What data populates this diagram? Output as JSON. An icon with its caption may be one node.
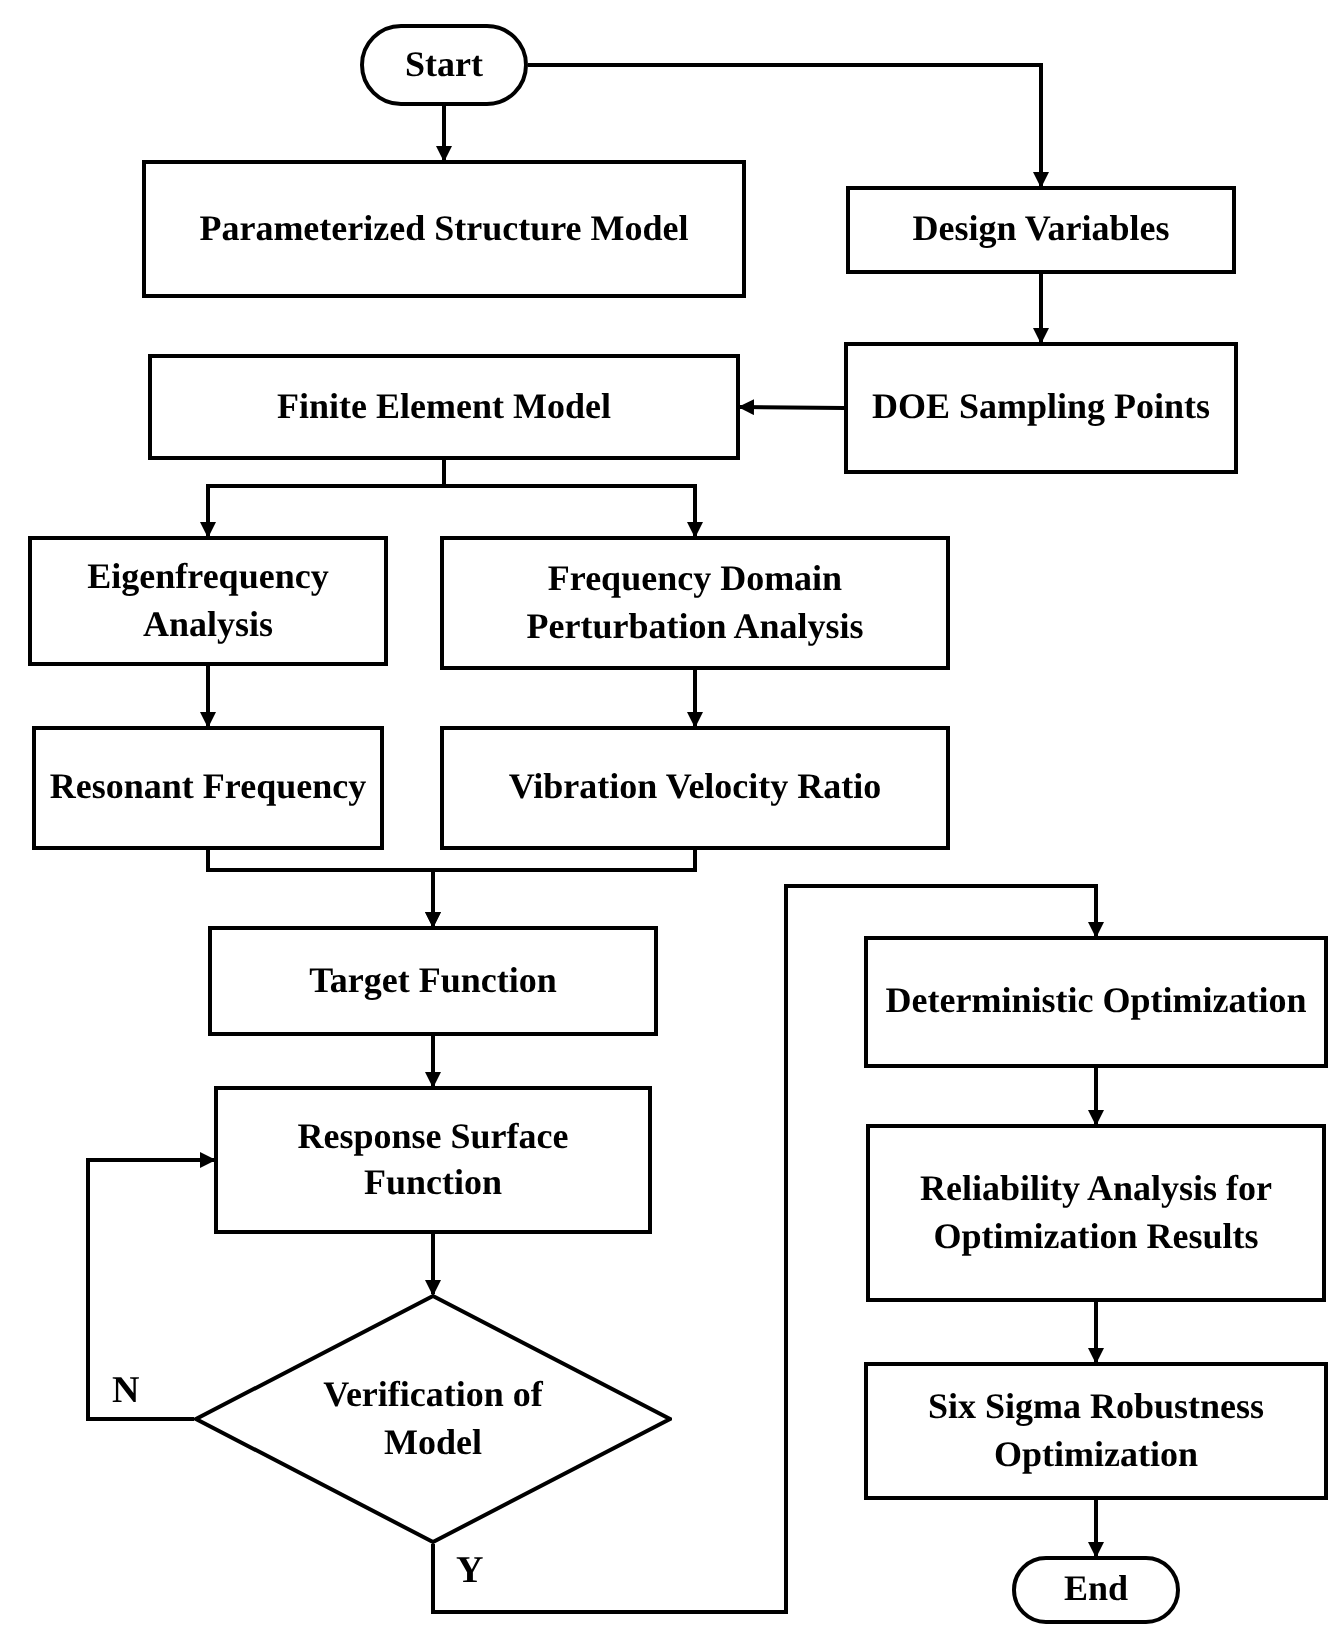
{
  "diagram": {
    "nodes": [
      {
        "text": [
          "Start"
        ]
      },
      {
        "text": [
          "Parameterized Structure Model"
        ]
      },
      {
        "text": [
          "Design Variables"
        ]
      },
      {
        "text": [
          "Finite Element Model"
        ]
      },
      {
        "text": [
          "DOE Sampling Points"
        ]
      },
      {
        "text": [
          "Eigenfrequency Analysis"
        ]
      },
      {
        "text": [
          "Frequency Domain Perturbation Analysis"
        ]
      },
      {
        "text": [
          "Resonant Frequency"
        ]
      },
      {
        "text": [
          "Vibration Velocity Ratio"
        ]
      },
      {
        "text": [
          "Target Function"
        ]
      },
      {
        "text": [
          "Response Surface Function"
        ]
      },
      {
        "text": [
          "Verification of Model"
        ]
      },
      {
        "text": [
          "Deterministic Optimization"
        ]
      },
      {
        "text": [
          "Reliability Analysis for Optimization Results"
        ]
      },
      {
        "text": [
          "Six Sigma Robustness Optimization"
        ]
      },
      {
        "text": [
          "End"
        ]
      }
    ],
    "edges": [
      {
        "from": 0,
        "to": 1,
        "arrow": "to"
      },
      {
        "from": 0,
        "to": 2,
        "arrow": "to"
      },
      {
        "from": 2,
        "to": 4,
        "arrow": "to"
      },
      {
        "from": 4,
        "to": 3,
        "arrow": "to"
      },
      {
        "from": 3,
        "to": 5,
        "arrow": "to"
      },
      {
        "from": 3,
        "to": 6,
        "arrow": "to"
      },
      {
        "from": 5,
        "to": 7,
        "arrow": "to"
      },
      {
        "from": 6,
        "to": 8,
        "arrow": "to"
      },
      {
        "from": 7,
        "to": 9,
        "arrow": "to"
      },
      {
        "from": 8,
        "to": 9,
        "arrow": "to"
      },
      {
        "from": 9,
        "to": 10,
        "arrow": "to"
      },
      {
        "from": 10,
        "to": 11,
        "arrow": "to"
      },
      {
        "from": 11,
        "to": 10,
        "arrow": "to",
        "label": "N"
      },
      {
        "from": 11,
        "to": 12,
        "arrow": "to",
        "label": "Y"
      },
      {
        "from": 12,
        "to": 13,
        "arrow": "to"
      },
      {
        "from": 13,
        "to": 14,
        "arrow": "to"
      },
      {
        "from": 14,
        "to": 15,
        "arrow": "to"
      }
    ]
  }
}
